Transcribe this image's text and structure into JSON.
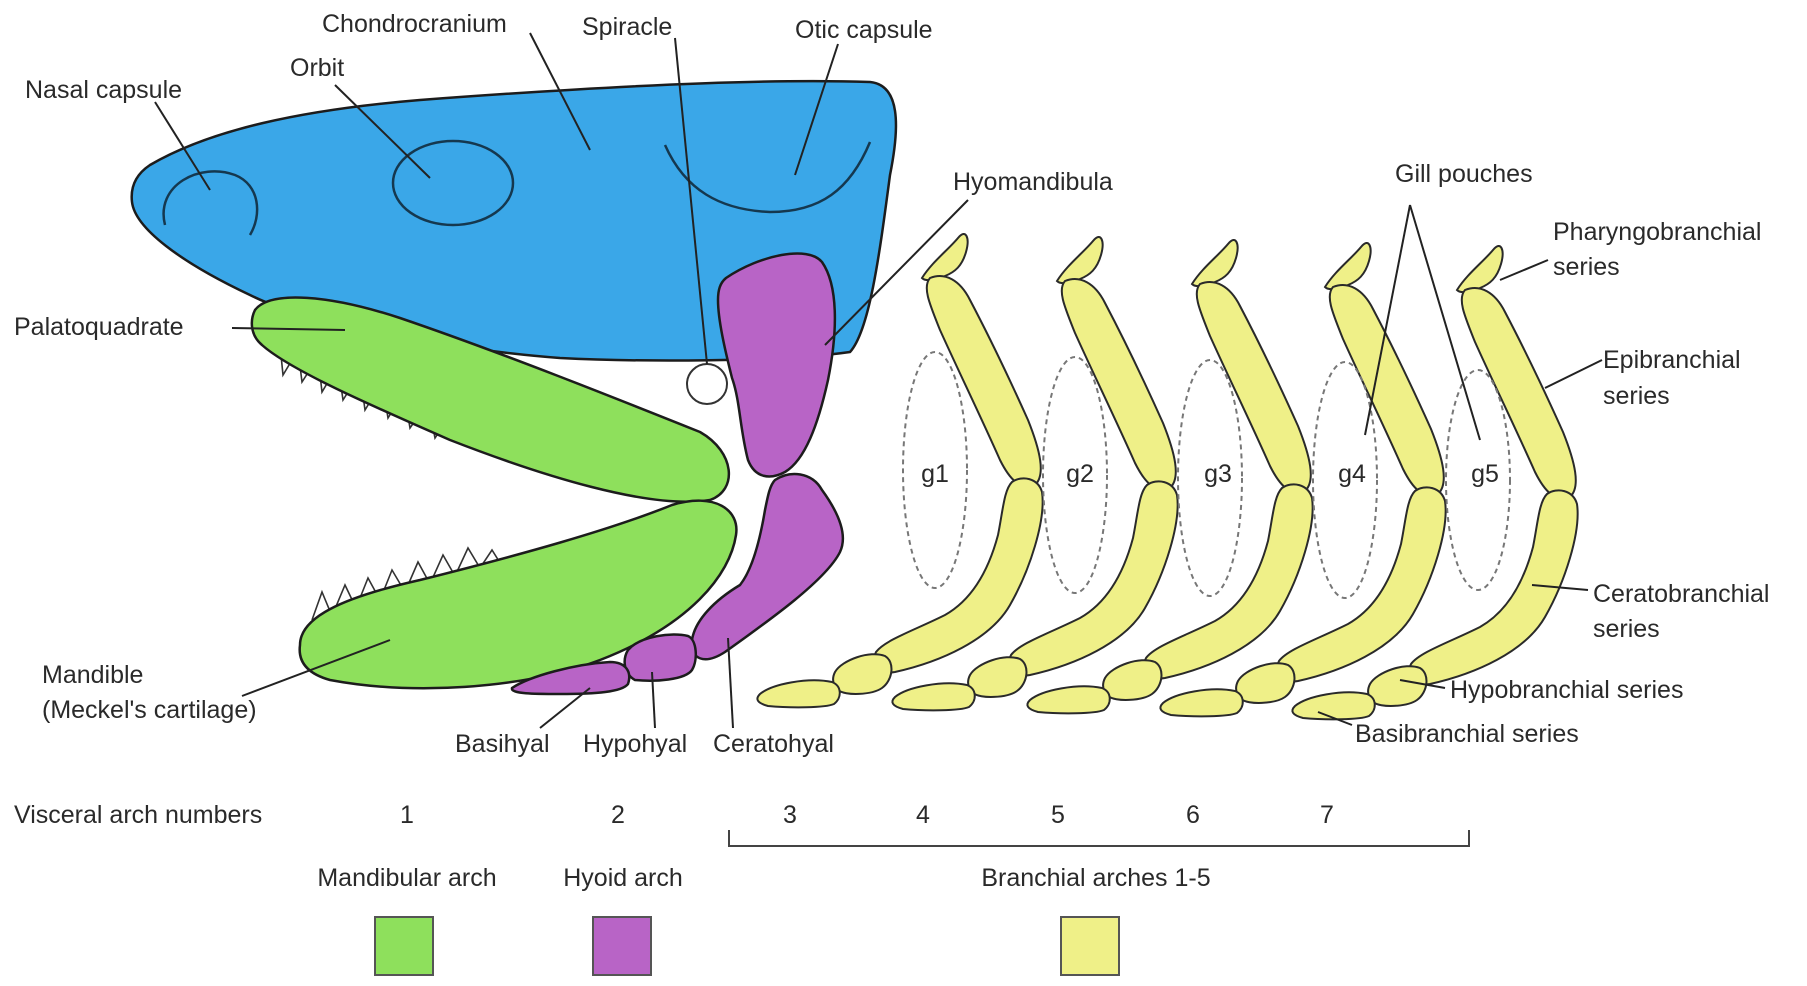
{
  "labels": {
    "chondrocranium": "Chondrocranium",
    "spiracle": "Spiracle",
    "otic_capsule": "Otic capsule",
    "nasal_capsule": "Nasal capsule",
    "orbit": "Orbit",
    "hyomandibula": "Hyomandibula",
    "gill_pouches": "Gill pouches",
    "pharyngobranchial_1": "Pharyngobranchial",
    "pharyngobranchial_2": "series",
    "palatoquadrate": "Palatoquadrate",
    "epibranchial_1": "Epibranchial",
    "epibranchial_2": "series",
    "ceratobranchial_1": "Ceratobranchial",
    "ceratobranchial_2": "series",
    "hypobranchial": "Hypobranchial series",
    "basibranchial": "Basibranchial series",
    "mandible_1": "Mandible",
    "mandible_2": "(Meckel's cartilage)",
    "basihyal": "Basihyal",
    "hypohyal": "Hypohyal",
    "ceratohyal": "Ceratohyal"
  },
  "gills": [
    "g1",
    "g2",
    "g3",
    "g4",
    "g5"
  ],
  "arch_numbers": {
    "title": "Visceral arch numbers",
    "numbers": [
      "1",
      "2",
      "3",
      "4",
      "5",
      "6",
      "7"
    ]
  },
  "legend": {
    "mandibular": "Mandibular arch",
    "hyoid": "Hyoid arch",
    "branchial": "Branchial arches 1-5"
  },
  "colors": {
    "chondrocranium": "#3aa7e8",
    "mandibular_arch": "#8ee05c",
    "hyoid_arch": "#b864c6",
    "branchial_arches": "#eff088"
  }
}
